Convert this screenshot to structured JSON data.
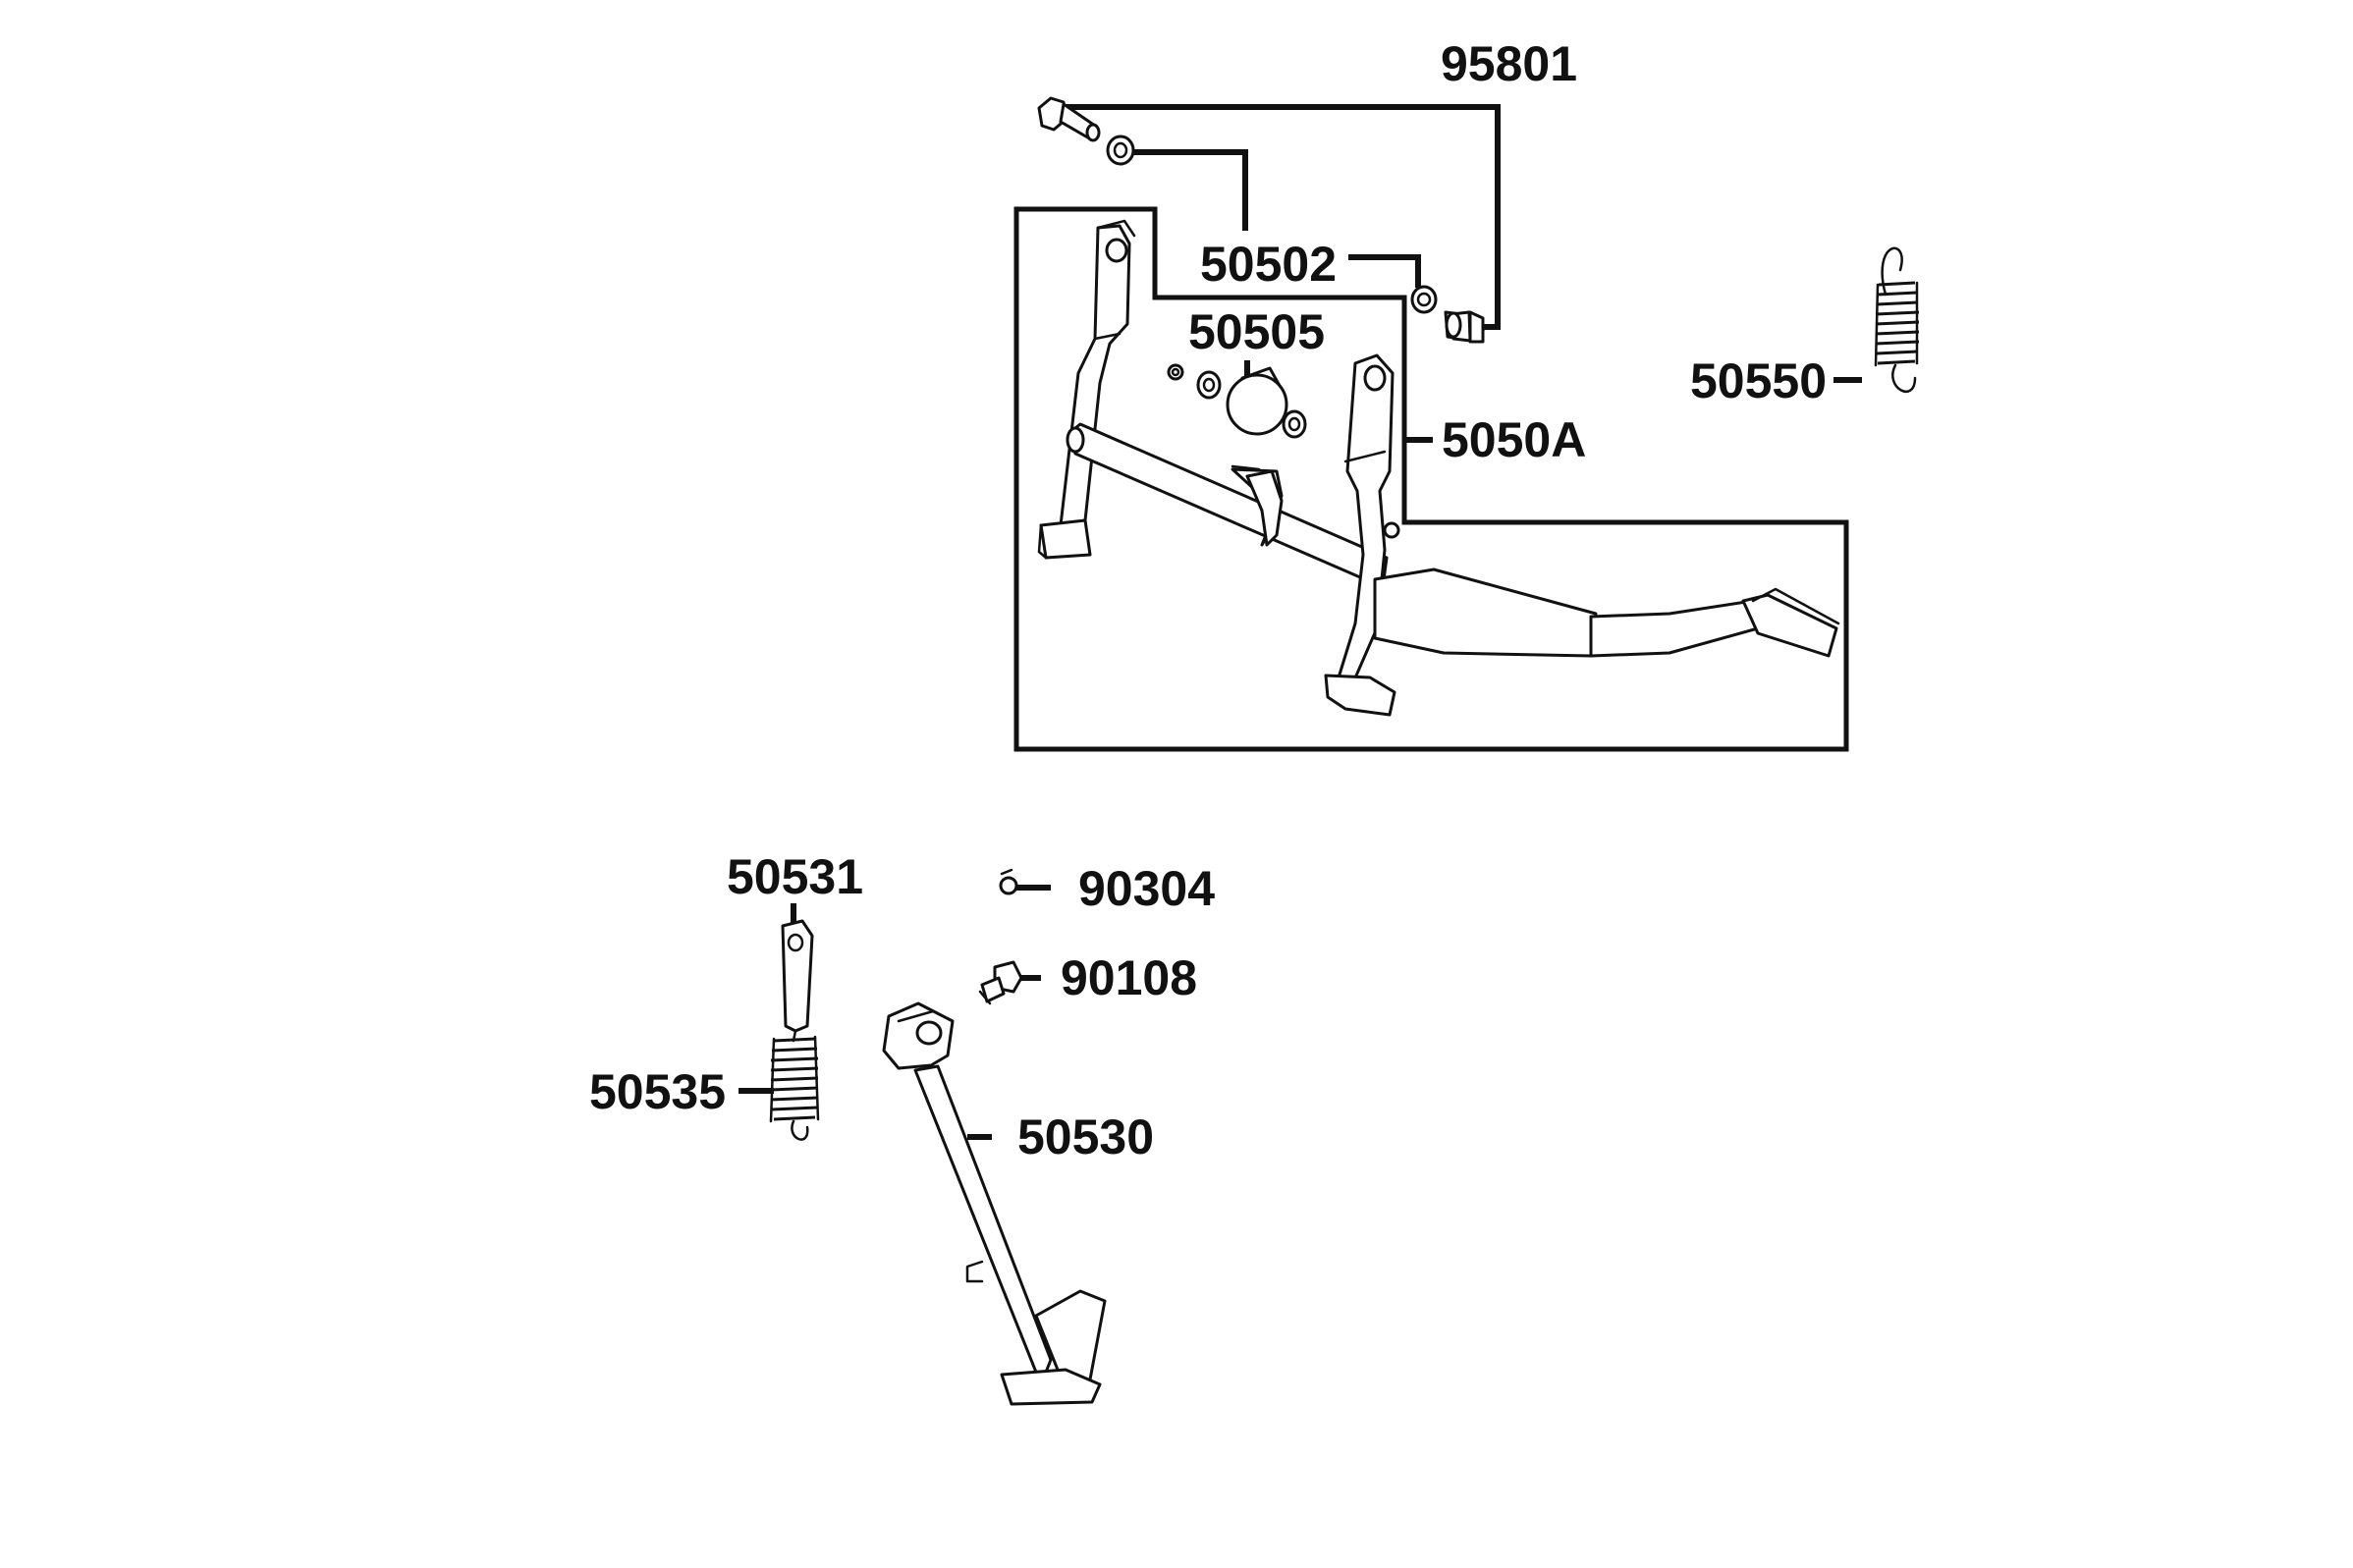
{
  "labels": {
    "p95801": "95801",
    "p50502": "50502",
    "p50505": "50505",
    "p5050A": "5050A",
    "p50550": "50550",
    "p50531": "50531",
    "p90304": "90304",
    "p90108": "90108",
    "p50535": "50535",
    "p50530": "50530"
  }
}
